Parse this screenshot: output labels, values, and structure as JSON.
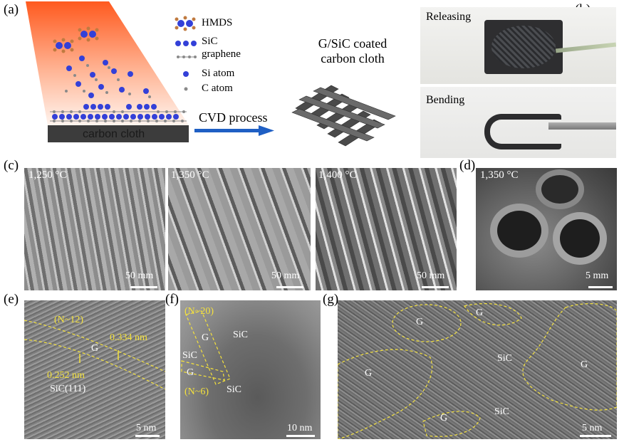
{
  "panel_labels": {
    "a": "(a)",
    "b": "(b)",
    "c": "(c)",
    "d": "(d)",
    "e": "(e)",
    "f": "(f)",
    "g": "(g)"
  },
  "panel_a": {
    "substrate_label": "carbon cloth",
    "legend": {
      "hmds": "HMDS",
      "sic": "SiC",
      "graphene": "graphene",
      "si_atom": "Si atom",
      "c_atom": "C atom"
    },
    "process_label": "CVD process",
    "product_label_line1": "G/SiC coated",
    "product_label_line2": "carbon cloth",
    "colors": {
      "gradient_top": "#ff5a1f",
      "gradient_bottom": "#fff6f0",
      "si": "#3340d8",
      "c": "#8a8a8a",
      "arrow": "#1f5fc4",
      "substrate": "#3c3c3c"
    }
  },
  "panel_b": {
    "releasing": "Releasing",
    "bending": "Bending"
  },
  "panel_c": [
    {
      "temp": "1,250 °C",
      "scale": "50 mm"
    },
    {
      "temp": "1,350 °C",
      "scale": "50 mm"
    },
    {
      "temp": "1,400 °C",
      "scale": "50 mm"
    }
  ],
  "panel_d": {
    "temp": "1,350 °C",
    "scale": "5 mm"
  },
  "panel_e": {
    "layers": "(N~12)",
    "spacing1": "0.334 nm",
    "g": "G",
    "spacing2": "0.252 nm",
    "sic": "SiC(111)",
    "scale": "5 nm"
  },
  "panel_f": {
    "layers_top": "(N~20)",
    "g1": "G",
    "sic1": "SiC",
    "sic2": "SiC",
    "g2": "G",
    "layers_bottom": "(N~6)",
    "sic3": "SiC",
    "scale": "10 nm"
  },
  "panel_g": {
    "g1": "G",
    "g2": "G",
    "sic1": "SiC",
    "g3": "G",
    "g4": "G",
    "sic2": "SiC",
    "scale": "5 nm"
  }
}
